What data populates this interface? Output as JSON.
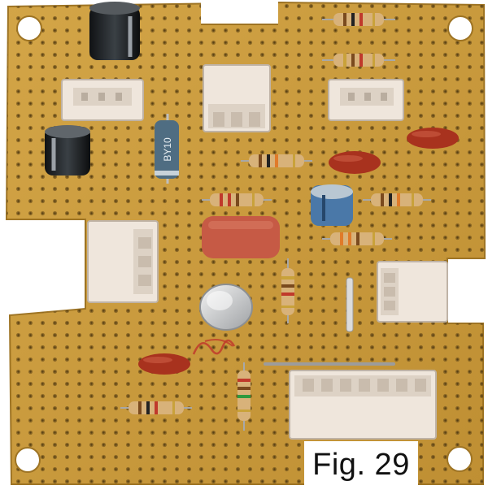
{
  "figure": {
    "caption": "Fig. 29",
    "subject": "veroboard-circuit-photo",
    "colors": {
      "board": "#c99a3c",
      "board_edge": "#b07f2a",
      "hole": "#7a5a1e",
      "solder_pad": "#e3b95c",
      "resistor_body": "#d8b27a",
      "capacitor_red": "#a8321e",
      "box_capacitor": "#c65a45",
      "connector": "#efe6dc",
      "electrolytic_dark": "#1f2326",
      "electrolytic_blue": "#4a78a8",
      "transistor_can": "#d9dadb",
      "marker": "#c0392b"
    },
    "components": {
      "diode_label": "BY10"
    }
  }
}
